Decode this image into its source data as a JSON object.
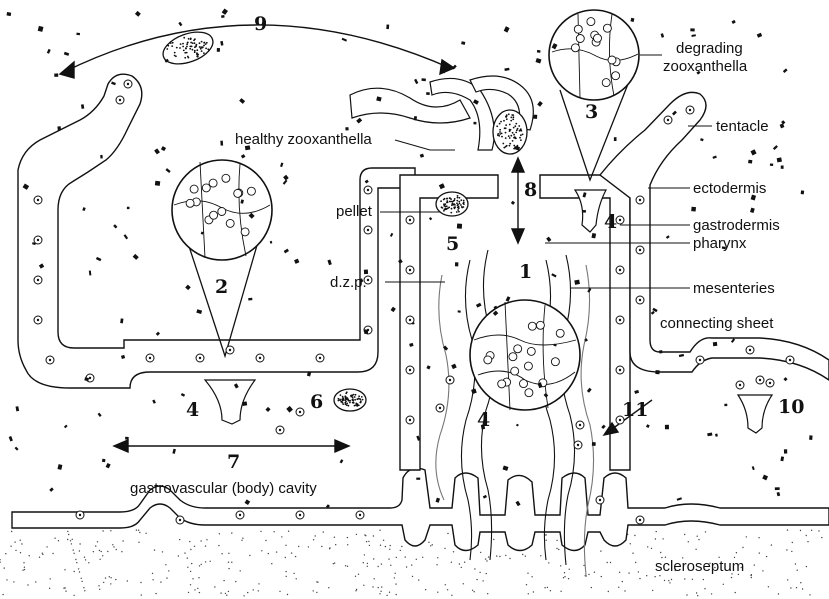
{
  "labels": {
    "degrading": [
      "degrading",
      "zooxanthella"
    ],
    "tentacle": "tentacle",
    "healthy": "healthy zooxanthella",
    "ectodermis": "ectodermis",
    "pellet": "pellet",
    "gastrodermis": "gastrodermis",
    "pharynx": "pharynx",
    "dzp": "d.z.p.",
    "mesenteries": "mesenteries",
    "connecting": "connecting sheet",
    "cavity": "gastrovascular (body) cavity",
    "scleroseptum": "scleroseptum"
  },
  "numbers": {
    "n1": "1",
    "n2": "2",
    "n3": "3",
    "n4a": "4",
    "n4b": "4",
    "n4c": "4",
    "n5": "5",
    "n6": "6",
    "n7": "7",
    "n8": "8",
    "n9": "9",
    "n10": "10",
    "n11": "11"
  }
}
